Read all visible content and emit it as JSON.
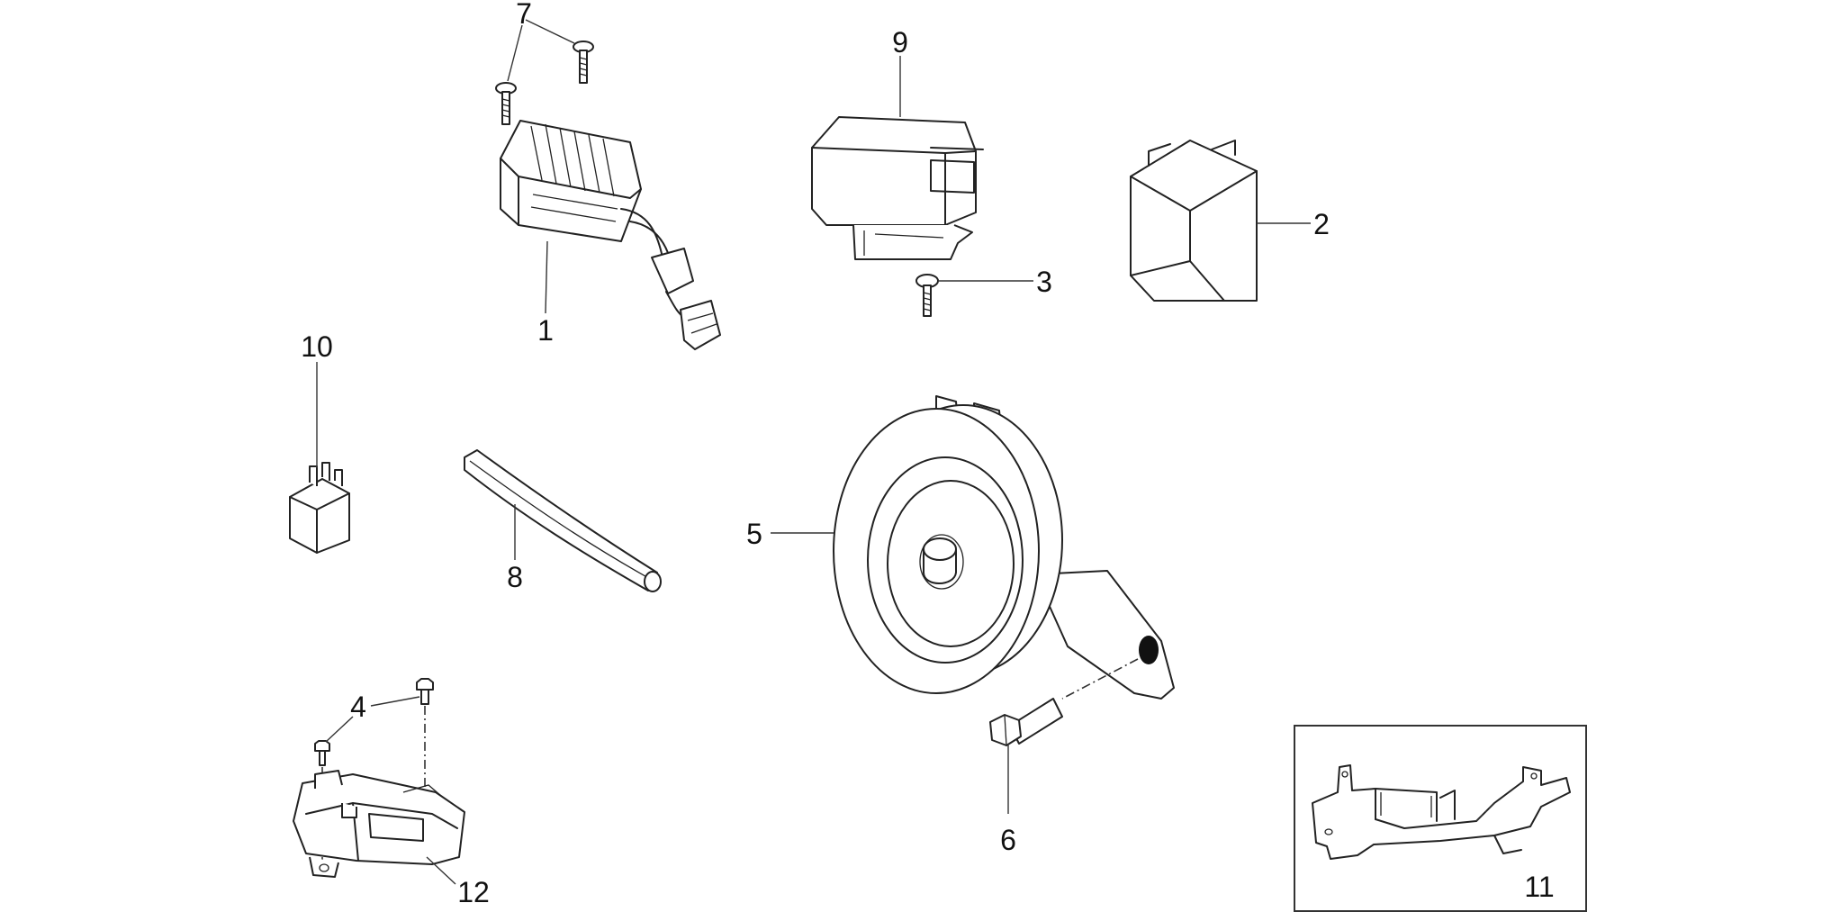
{
  "diagram": {
    "callouts": {
      "c1": "1",
      "c2": "2",
      "c3": "3",
      "c4": "4",
      "c5": "5",
      "c6": "6",
      "c7": "7",
      "c8": "8",
      "c9": "9",
      "c10": "10",
      "c11": "11",
      "c12": "12"
    },
    "colors": {
      "line": "#222222",
      "background": "#ffffff"
    }
  }
}
